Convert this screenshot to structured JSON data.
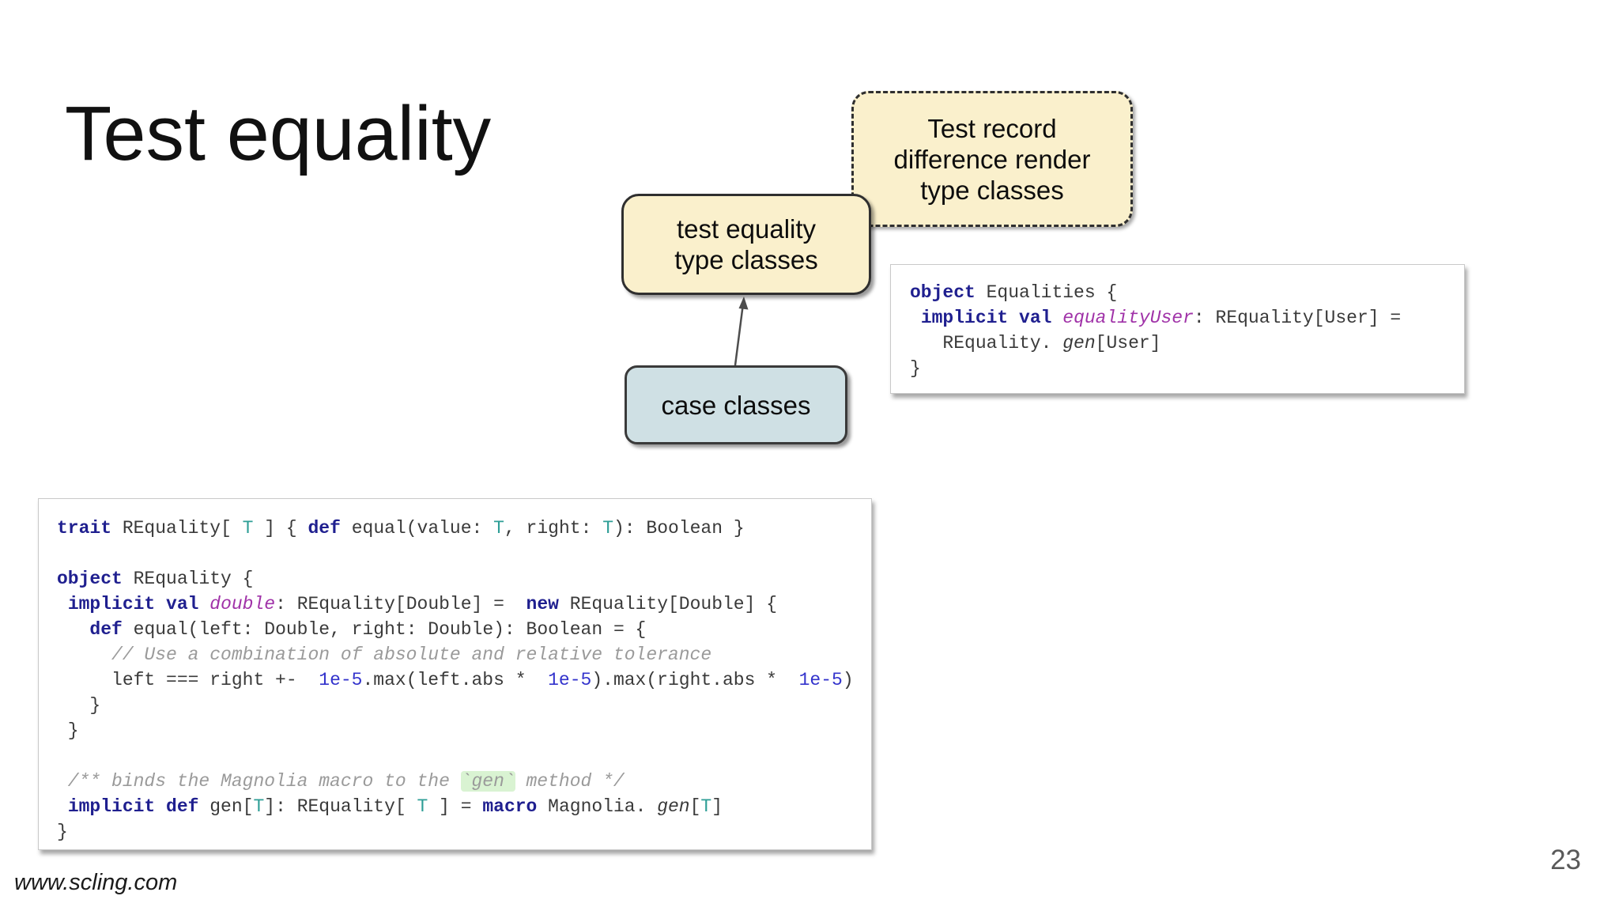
{
  "slide": {
    "title": "Test equality",
    "footer_url": "www.scling.com",
    "page_number": "23"
  },
  "colors": {
    "node_yellow": "#faf0cc",
    "node_blue_gray": "#cfe0e4",
    "node_border": "#2f2f2f",
    "arrow": "#4d4d4d",
    "syntax_keyword": "#1f1f8f",
    "syntax_identifier": "#a032a8",
    "syntax_type_param": "#2e9e96",
    "syntax_number": "#3333cc",
    "syntax_comment": "#9a9a9a",
    "syntax_highlight_bg": "#d9f3d2"
  },
  "diagram": {
    "dashed_box": {
      "lines": [
        "Test record",
        "difference render",
        "type classes"
      ]
    },
    "solid_box": {
      "lines": [
        "test equality",
        "type classes"
      ]
    },
    "case_box": {
      "label": "case classes"
    }
  },
  "code_right": {
    "lines": [
      [
        {
          "s": "kw",
          "t": "object"
        },
        {
          "s": "pl",
          "t": " Equalities {"
        }
      ],
      [
        {
          "s": "pl",
          "t": " "
        },
        {
          "s": "kw",
          "t": "implicit val"
        },
        {
          "s": "pl",
          "t": " "
        },
        {
          "s": "id",
          "t": "equalityUser"
        },
        {
          "s": "pl",
          "t": ": REquality[User] ="
        }
      ],
      [
        {
          "s": "pl",
          "t": "   REquality. "
        },
        {
          "s": "it",
          "t": "gen"
        },
        {
          "s": "pl",
          "t": "[User]"
        }
      ],
      [
        {
          "s": "pl",
          "t": "}"
        }
      ]
    ]
  },
  "code_main": {
    "lines": [
      [
        {
          "s": "kw",
          "t": "trait"
        },
        {
          "s": "pl",
          "t": " REquality[ "
        },
        {
          "s": "tp",
          "t": "T"
        },
        {
          "s": "pl",
          "t": " ] { "
        },
        {
          "s": "kw",
          "t": "def"
        },
        {
          "s": "pl",
          "t": " equal(value: "
        },
        {
          "s": "tp",
          "t": "T"
        },
        {
          "s": "pl",
          "t": ", right: "
        },
        {
          "s": "tp",
          "t": "T"
        },
        {
          "s": "pl",
          "t": "): Boolean }"
        }
      ],
      [],
      [
        {
          "s": "kw",
          "t": "object"
        },
        {
          "s": "pl",
          "t": " REquality {"
        }
      ],
      [
        {
          "s": "pl",
          "t": " "
        },
        {
          "s": "kw",
          "t": "implicit val"
        },
        {
          "s": "pl",
          "t": " "
        },
        {
          "s": "id",
          "t": "double"
        },
        {
          "s": "pl",
          "t": ": REquality[Double] =  "
        },
        {
          "s": "kw",
          "t": "new"
        },
        {
          "s": "pl",
          "t": " REquality[Double] {"
        }
      ],
      [
        {
          "s": "pl",
          "t": "   "
        },
        {
          "s": "kw",
          "t": "def"
        },
        {
          "s": "pl",
          "t": " equal(left: Double, right: Double): Boolean = {"
        }
      ],
      [
        {
          "s": "cm",
          "t": "     // Use a combination of absolute and relative tolerance"
        }
      ],
      [
        {
          "s": "pl",
          "t": "     left === right +-  "
        },
        {
          "s": "num",
          "t": "1e-5"
        },
        {
          "s": "pl",
          "t": ".max(left.abs *  "
        },
        {
          "s": "num",
          "t": "1e-5"
        },
        {
          "s": "pl",
          "t": ").max(right.abs *  "
        },
        {
          "s": "num",
          "t": "1e-5"
        },
        {
          "s": "pl",
          "t": ")"
        }
      ],
      [
        {
          "s": "pl",
          "t": "   }"
        }
      ],
      [
        {
          "s": "pl",
          "t": " }"
        }
      ],
      [],
      [
        {
          "s": "cm",
          "t": " /** binds the Magnolia macro to the "
        },
        {
          "s": "ghl",
          "t": "`gen`"
        },
        {
          "s": "cm",
          "t": " method */"
        }
      ],
      [
        {
          "s": "pl",
          "t": " "
        },
        {
          "s": "kw",
          "t": "implicit def"
        },
        {
          "s": "pl",
          "t": " gen["
        },
        {
          "s": "tp",
          "t": "T"
        },
        {
          "s": "pl",
          "t": "]: REquality[ "
        },
        {
          "s": "tp",
          "t": "T"
        },
        {
          "s": "pl",
          "t": " ] = "
        },
        {
          "s": "kw",
          "t": "macro"
        },
        {
          "s": "pl",
          "t": " Magnolia. "
        },
        {
          "s": "it",
          "t": "gen"
        },
        {
          "s": "pl",
          "t": "["
        },
        {
          "s": "tp",
          "t": "T"
        },
        {
          "s": "pl",
          "t": "]"
        }
      ],
      [
        {
          "s": "pl",
          "t": "}"
        }
      ]
    ]
  }
}
